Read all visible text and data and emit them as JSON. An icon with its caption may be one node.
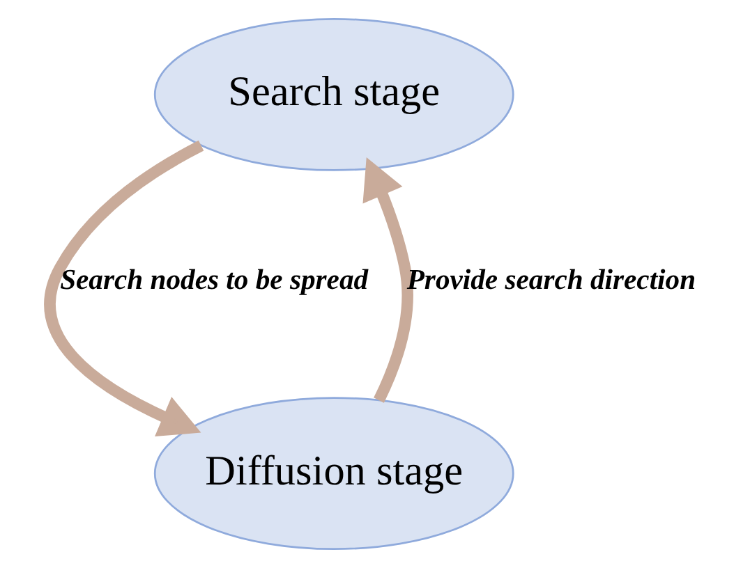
{
  "diagram": {
    "nodes": [
      {
        "text": [
          "Search stage"
        ]
      },
      {
        "text": [
          "Diffusion stage"
        ]
      }
    ],
    "edges": [
      {
        "from": 0,
        "to": 1,
        "arrow": "to",
        "label": "Search nodes to be spread"
      },
      {
        "from": 1,
        "to": 0,
        "arrow": "to",
        "label": "Provide search direction"
      }
    ]
  }
}
